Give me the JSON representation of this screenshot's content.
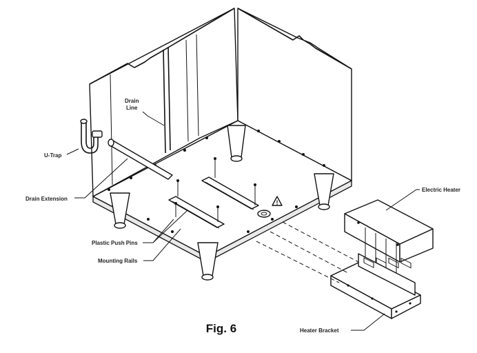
{
  "labels": {
    "drain_line": [
      "Drain",
      "Line"
    ],
    "u_trap": "U-Trap",
    "drain_extension": "Drain Extension",
    "plastic_push_pins": "Plastic Push Pins",
    "mounting_rails": "Mounting Rails",
    "electric_heater": "Electric Heater",
    "heater_bracket": "Heater Bracket"
  },
  "caption": "Fig. 6"
}
